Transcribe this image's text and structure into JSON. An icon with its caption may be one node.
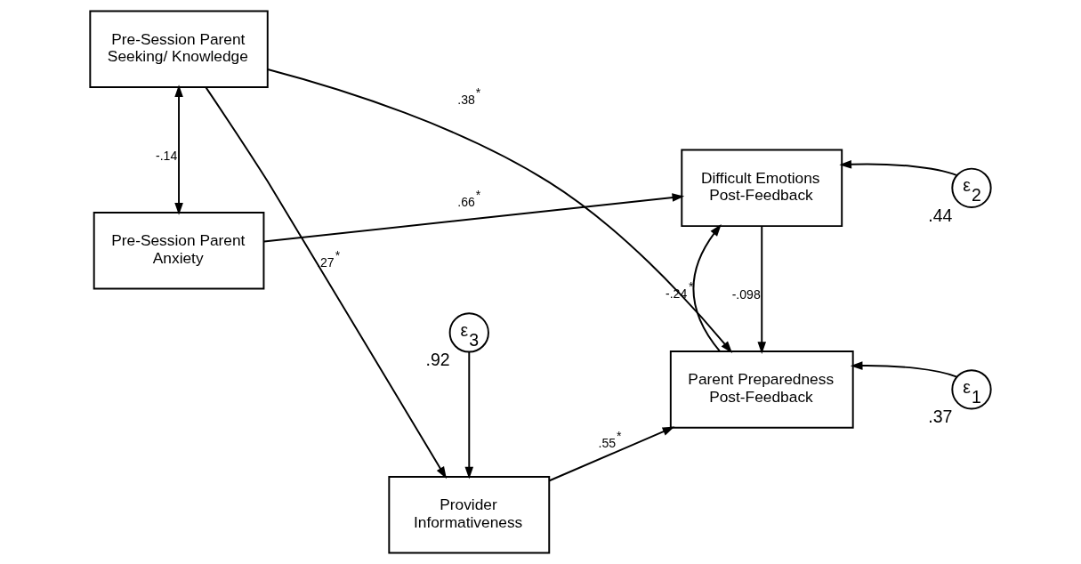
{
  "diagram": {
    "nodes": [
      {
        "text": [
          "Pre-Session Parent Seeking/ Knowledge"
        ]
      },
      {
        "text": [
          "Pre-Session Parent Anxiety"
        ]
      },
      {
        "text": [
          "Provider Informativeness"
        ]
      },
      {
        "text": [
          "Parent Preparedness Post-Feedback"
        ]
      },
      {
        "text": [
          "Difficult Emotions Post-Feedback"
        ]
      },
      {
        "text": [
          "ε$_{3}$"
        ],
        "beside": [
          ".92"
        ]
      },
      {
        "text": [
          "ε$_{1}$"
        ],
        "beside": [
          ".37"
        ]
      },
      {
        "text": [
          "ε$_{2}$"
        ],
        "beside": [
          ".44"
        ]
      }
    ],
    "edges": [
      {
        "from": 0,
        "to": 2,
        "arrow": "to",
        "label": ".27$^{*}$"
      },
      {
        "from": 2,
        "to": 3,
        "arrow": "to",
        "label": ".55$^{*}$"
      },
      {
        "from": 0,
        "to": 3,
        "arrow": "to",
        "label": ".38$^{*}$"
      },
      {
        "from": 0,
        "to": 1,
        "arrow": "both",
        "label": "-.14"
      },
      {
        "from": 1,
        "to": 4,
        "arrow": "to",
        "label": ".66$^{*}$"
      },
      {
        "from": 4,
        "to": 3,
        "arrow": "to",
        "label": "-.098"
      },
      {
        "from": 3,
        "to": 4,
        "arrow": "to",
        "label": "-.24$^{*}$"
      },
      {
        "from": 5,
        "to": 2,
        "arrow": "to"
      },
      {
        "from": 6,
        "to": 3,
        "arrow": "to"
      },
      {
        "from": 7,
        "to": 4,
        "arrow": "to"
      }
    ]
  }
}
